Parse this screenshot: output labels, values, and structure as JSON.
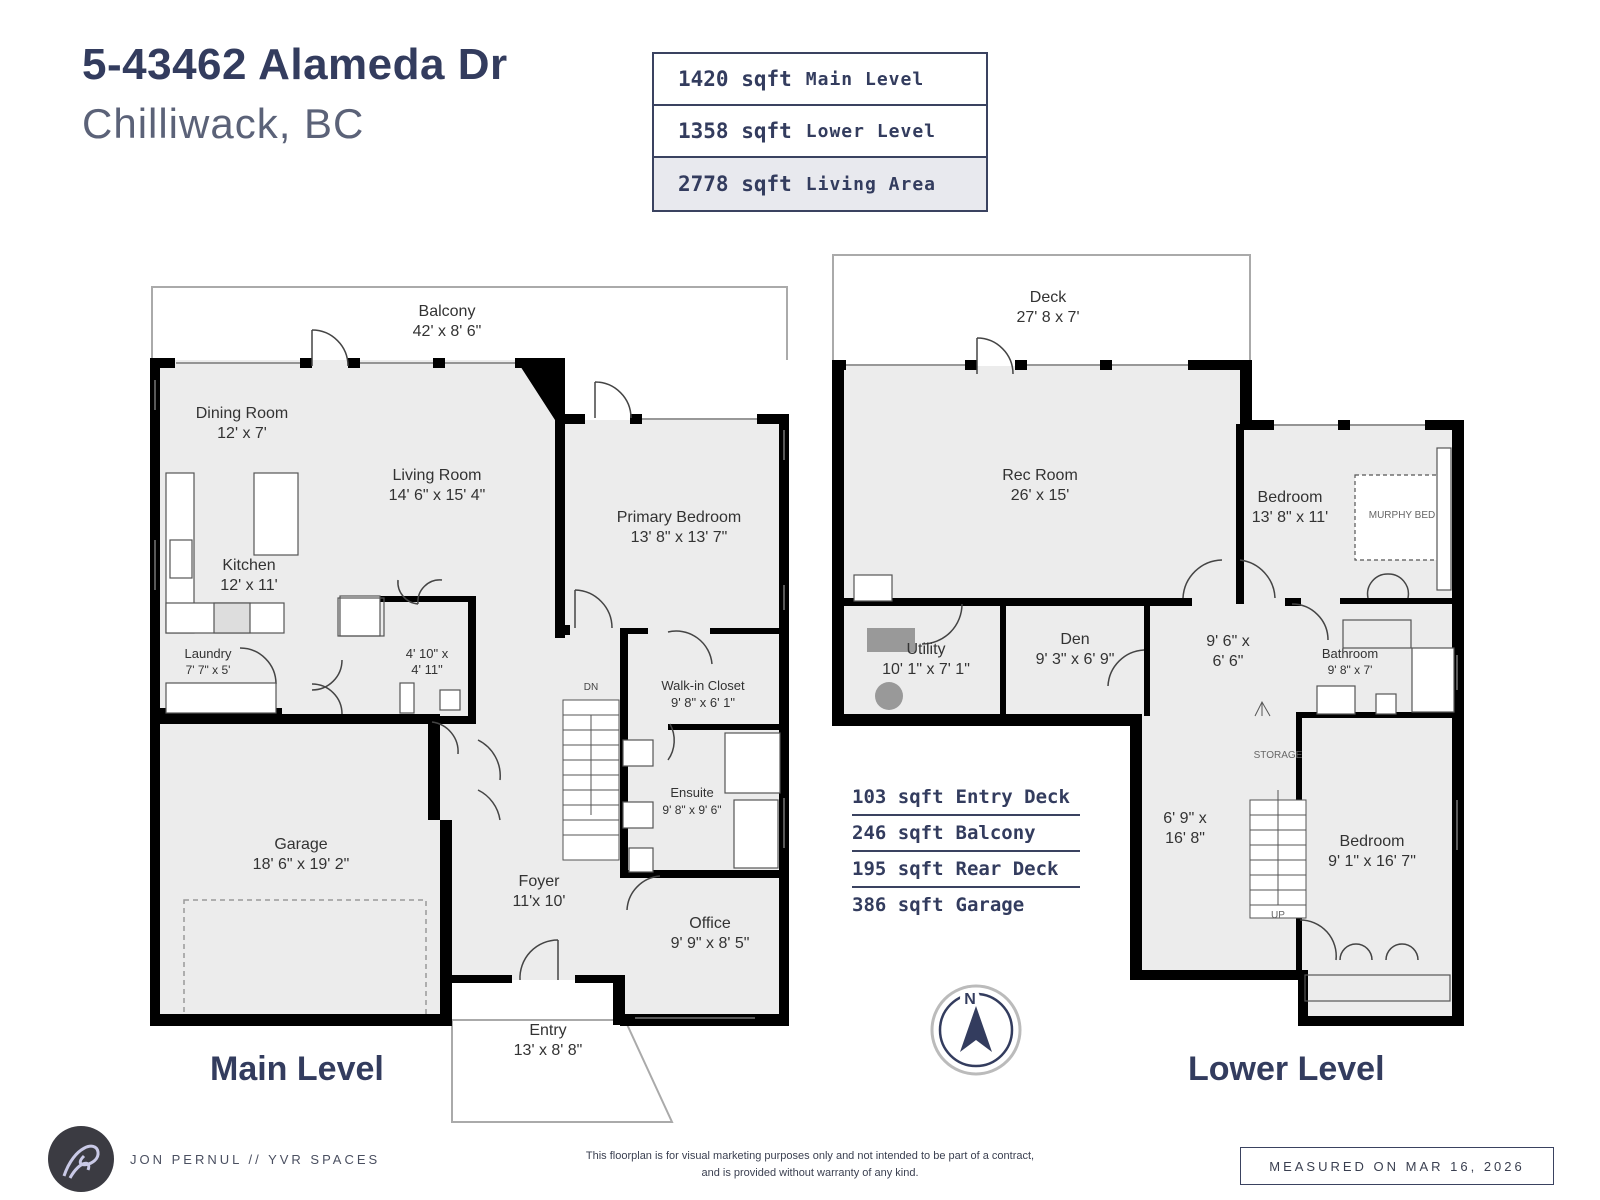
{
  "header": {
    "title": "5-43462 Alameda Dr",
    "subtitle": "Chilliwack, BC"
  },
  "area_summary": [
    {
      "value": "1420 sqft",
      "label": "Main Level"
    },
    {
      "value": "1358 sqft",
      "label": "Lower Level"
    },
    {
      "value": "2778 sqft",
      "label": "Living Area"
    }
  ],
  "exterior_summary": [
    {
      "value": "103 sqft",
      "label": "Entry Deck"
    },
    {
      "value": "246 sqft",
      "label": "Balcony"
    },
    {
      "value": "195 sqft",
      "label": "Rear Deck"
    },
    {
      "value": "386 sqft",
      "label": "Garage"
    }
  ],
  "main_level": {
    "label": "Main Level",
    "rooms": [
      {
        "name": "Balcony",
        "dims": "42' x 8' 6\""
      },
      {
        "name": "Dining Room",
        "dims": "12' x 7'"
      },
      {
        "name": "Living Room",
        "dims": "14' 6\" x 15' 4\""
      },
      {
        "name": "Kitchen",
        "dims": "12' x 11'"
      },
      {
        "name": "Primary Bedroom",
        "dims": "13' 8\" x 13' 7\""
      },
      {
        "name": "Laundry",
        "dims": "7' 7\" x 5'"
      },
      {
        "name": "",
        "dims_line1": "4' 10\" x",
        "dims_line2": "4' 11\""
      },
      {
        "name": "Walk-in Closet",
        "dims": "9' 8\" x 6' 1\""
      },
      {
        "name": "Ensuite",
        "dims": "9' 8\" x 9' 6\""
      },
      {
        "name": "Garage",
        "dims": "18' 6\" x 19' 2\""
      },
      {
        "name": "Foyer",
        "dims": "11'x 10'"
      },
      {
        "name": "Office",
        "dims": "9' 9\" x 8' 5\""
      },
      {
        "name": "Entry",
        "dims": "13' x 8' 8\""
      }
    ],
    "stair_label": "DN"
  },
  "lower_level": {
    "label": "Lower Level",
    "rooms": [
      {
        "name": "Deck",
        "dims": "27' 8 x 7'"
      },
      {
        "name": "Rec Room",
        "dims": "26' x 15'"
      },
      {
        "name": "Bedroom",
        "dims": "13' 8\" x 11'"
      },
      {
        "name": "Utility",
        "dims": "10' 1\" x 7' 1\""
      },
      {
        "name": "Den",
        "dims": "9' 3\" x 6' 9\""
      },
      {
        "name": "",
        "dims_line1": "9' 6\" x",
        "dims_line2": "6' 6\""
      },
      {
        "name": "Bathroom",
        "dims": "9' 8\" x 7'"
      },
      {
        "name": "",
        "dims_line1": "6' 9\" x",
        "dims_line2": "16' 8\""
      },
      {
        "name": "Bedroom",
        "dims": "9' 1\" x 16' 7\""
      }
    ],
    "murphy_bed": "MURPHY BED",
    "storage_label": "STORAGE",
    "stair_label": "UP"
  },
  "compass": {
    "label": "N"
  },
  "footer": {
    "brand": "JON PERNUL // YVR SPACES",
    "disclaimer_line1": "This floorplan is for visual marketing purposes only and not intended to be part of a contract,",
    "disclaimer_line2": "and is provided without warranty of any kind.",
    "measured": "MEASURED ON MAR 16, 2026"
  },
  "colors": {
    "wall": "#000000",
    "floor": "#ececec",
    "text": "#333c5e"
  }
}
